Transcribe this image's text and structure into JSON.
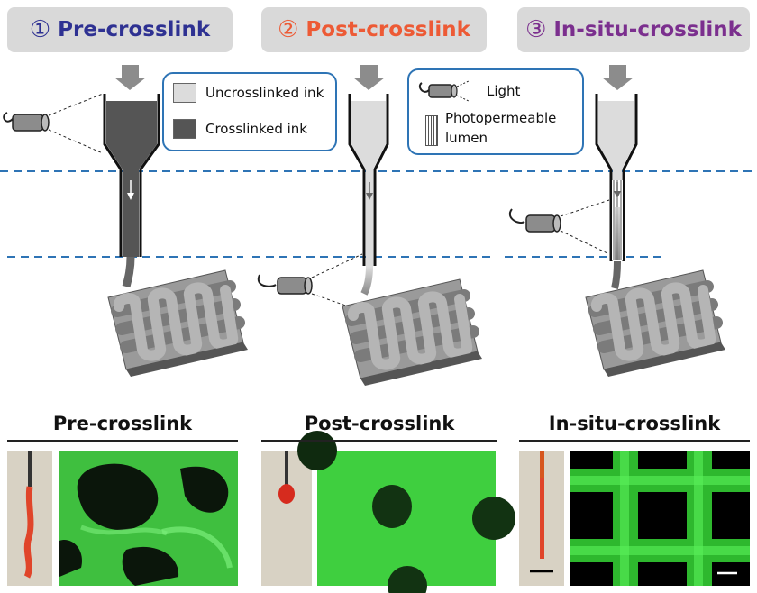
{
  "methods": [
    {
      "num": "①",
      "label": "Pre-crosslink",
      "color": "#2e3192"
    },
    {
      "num": "②",
      "label": "Post-crosslink",
      "color": "#ed5a35"
    },
    {
      "num": "③",
      "label": "In-situ-crosslink",
      "color": "#7b2f8e"
    }
  ],
  "legend_ink": {
    "uncrosslinked": "Uncrosslinked ink",
    "crosslinked": "Crosslinked ink"
  },
  "legend_light": {
    "light": "Light",
    "lumen_line1": "Photopermeable",
    "lumen_line2": "lumen"
  },
  "results": {
    "pre": "Pre-crosslink",
    "post": "Post-crosslink",
    "insitu": "In-situ-crosslink"
  },
  "colors": {
    "legend_border": "#2e74b5",
    "dashed_line": "#2e74b5",
    "fluorescence": "#3fd23f",
    "ink_red": "#e0452a"
  }
}
